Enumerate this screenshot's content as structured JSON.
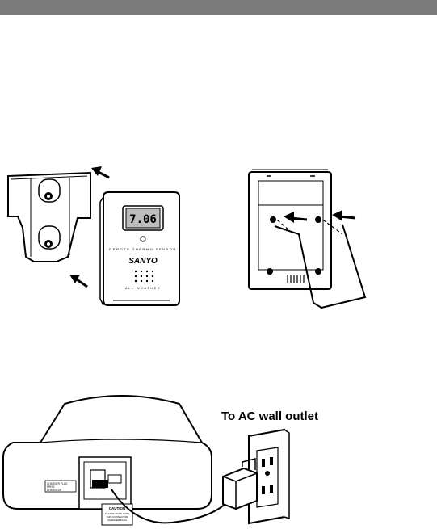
{
  "figure1": {
    "sensor_display": "7.06",
    "sensor_caption": "REMOTE THERMO SENSOR",
    "brand": "SANYO",
    "sensor_subcaption": "ALL WEATHER"
  },
  "figure2": {
    "label": "To AC wall outlet",
    "charger_plug_label_1": "CHARGER PLUG",
    "charger_plug_label_2": "PRISE",
    "charger_plug_label_3": "CHARGEUR",
    "caution_title": "CAUTION",
    "caution_line1": "PLEASE MAKE SURE",
    "caution_line2": "THIS CONNECTOR",
    "caution_line3": "CHARGER PLUG"
  },
  "colors": {
    "header_bar": "#7a7a7a",
    "line": "#000000",
    "sensor_screen": "#bdbdbd"
  }
}
